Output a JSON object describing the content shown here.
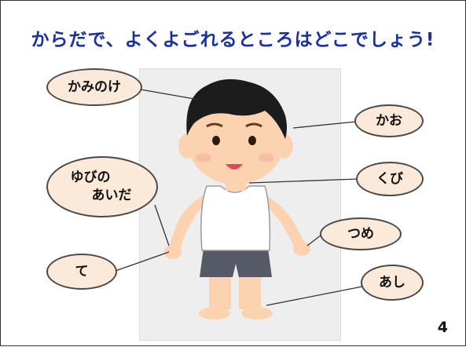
{
  "slide": {
    "title": "からだで、よくよごれるところはどこでしょう!",
    "page_number": "4"
  },
  "callouts": {
    "kaminoke": "かみのけ",
    "kao": "かお",
    "yubi_line1": "ゆびの",
    "yubi_line2": "あいだ",
    "kubi": "くび",
    "tsume": "つめ",
    "te": "て",
    "ashi": "あし"
  },
  "colors": {
    "title": "#1a2fa0",
    "callout_fill": "#fbe9d9",
    "skin": "#fbd3b0",
    "hair": "#1c1c1c",
    "shorts": "#555a66"
  }
}
